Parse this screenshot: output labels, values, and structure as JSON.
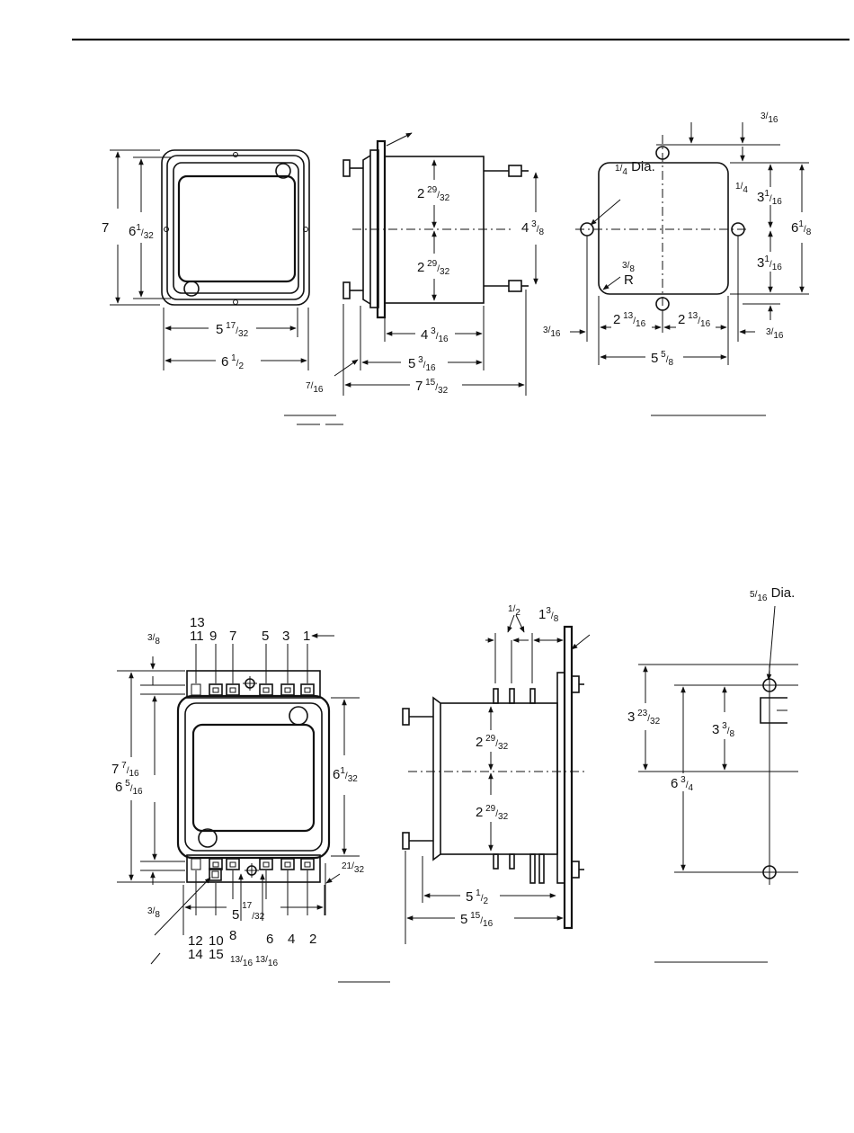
{
  "page": {
    "top_rule": ""
  },
  "upper": {
    "front": {
      "h1": "7",
      "h2_whole": "6",
      "h2_num": "1",
      "h2_den": "32",
      "w1_whole": "5",
      "w1_num": "17",
      "w1_den": "32",
      "w2_whole": "6",
      "w2_num": "1",
      "w2_den": "2"
    },
    "side": {
      "top_whole": "2",
      "top_num": "29",
      "top_den": "32",
      "bot_whole": "2",
      "bot_num": "29",
      "bot_den": "32",
      "right_whole": "4",
      "right_num": "3",
      "right_den": "8",
      "d1_whole": "4",
      "d1_num": "3",
      "d1_den": "16",
      "d2_whole": "5",
      "d2_num": "3",
      "d2_den": "16",
      "flange_num": "7",
      "flange_den": "16",
      "total_whole": "7",
      "total_num": "15",
      "total_den": "32"
    },
    "cutout": {
      "top_num": "3",
      "top_den": "16",
      "hole_num": "1",
      "hole_den": "4",
      "hole_txt": "Dia.",
      "q_num": "1",
      "q_den": "4",
      "up_whole": "3",
      "up_num": "1",
      "up_den": "16",
      "height_whole": "6",
      "height_num": "1",
      "height_den": "8",
      "dn_whole": "3",
      "dn_num": "1",
      "dn_den": "16",
      "r_num": "3",
      "r_den": "8",
      "r_txt": "R",
      "left_num": "3",
      "left_den": "16",
      "m1_whole": "2",
      "m1_num": "13",
      "m1_den": "16",
      "m2_whole": "2",
      "m2_num": "13",
      "m2_den": "16",
      "right_num": "3",
      "right_den": "16",
      "w_whole": "5",
      "w_num": "5",
      "w_den": "8",
      "bot_num": "3",
      "bot_den": "16"
    }
  },
  "lower": {
    "front": {
      "top_terms": [
        "13",
        "11",
        "9",
        "7",
        "5",
        "3",
        "1"
      ],
      "bot_terms_row1": [
        "12",
        "10",
        "8",
        "6",
        "4",
        "2"
      ],
      "bot_terms_row2": [
        "14",
        "15"
      ],
      "top_gap_num": "3",
      "top_gap_den": "8",
      "h1_whole": "7",
      "h1_num": "7",
      "h1_den": "16",
      "h2_whole": "6",
      "h2_num": "5",
      "h2_den": "16",
      "right_whole": "6",
      "right_num": "1",
      "right_den": "32",
      "bot_gap_num": "3",
      "bot_gap_den": "8",
      "w_whole": "5",
      "w_num": "17",
      "w_den": "32",
      "edge_num": "21",
      "edge_den": "32",
      "o1_num": "13",
      "o1_den": "16",
      "o2_num": "13",
      "o2_den": "16"
    },
    "side": {
      "p1_num": "1",
      "p1_den": "2",
      "p2_whole": "1",
      "p2_num": "3",
      "p2_den": "8",
      "top_whole": "2",
      "top_num": "29",
      "top_den": "32",
      "bot_whole": "2",
      "bot_num": "29",
      "bot_den": "32",
      "d1_whole": "5",
      "d1_num": "1",
      "d1_den": "2",
      "d2_whole": "5",
      "d2_num": "15",
      "d2_den": "16"
    },
    "mount": {
      "hole_num": "5",
      "hole_den": "16",
      "hole_txt": "Dia.",
      "a_whole": "3",
      "a_num": "23",
      "a_den": "32",
      "b_whole": "3",
      "b_num": "3",
      "b_den": "8",
      "c_whole": "6",
      "c_num": "3",
      "c_den": "4"
    }
  }
}
